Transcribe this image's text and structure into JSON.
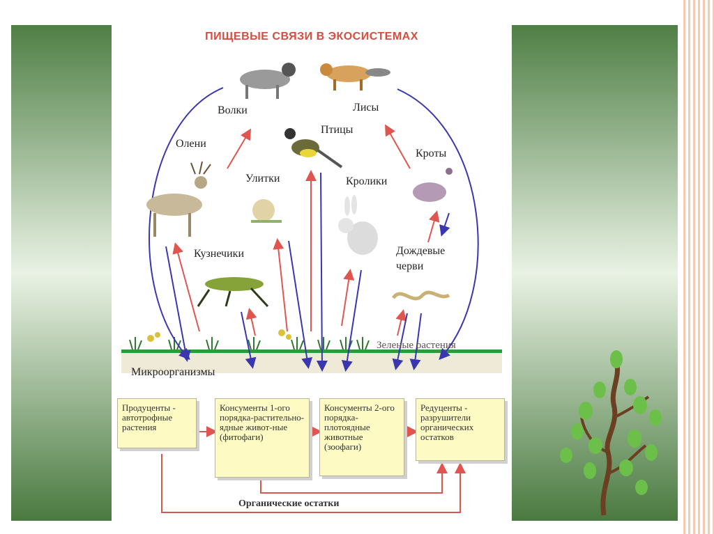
{
  "diagram": {
    "title": "ПИЩЕВЫЕ СВЯЗИ В ЭКОСИСТЕМАХ",
    "animals": {
      "wolves": "Волки",
      "foxes": "Лисы",
      "deer": "Олени",
      "birds": "Птицы",
      "moles": "Кроты",
      "snails": "Улитки",
      "rabbits": "Кролики",
      "grasshoppers": "Кузнечики",
      "earthworms_line1": "Дождевые",
      "earthworms_line2": "черви"
    },
    "ground": {
      "plants": "Зеленые растения",
      "microorganisms": "Микроорганизмы"
    },
    "boxes": {
      "producers": "Продуценты - автотрофные растения",
      "consumers1": "Консументы 1-ого порядка-растительно-ядные живот-ные (фитофаги)",
      "consumers2": "Консументы 2-ого порядка-плотоядные животные (зоофаги)",
      "reducers": "Редуценты - разрушители органических остатков"
    },
    "organic_remains": "Органические остатки"
  },
  "colors": {
    "red_arrow": "#e0554f",
    "blue_arrow": "#3a36b0",
    "grass": "#2e9a3a",
    "soil": "#efe9d7",
    "title": "#d94b3b"
  }
}
